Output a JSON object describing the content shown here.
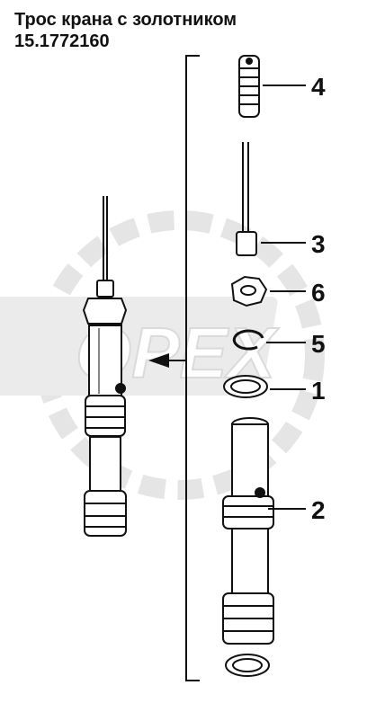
{
  "title": {
    "line1": "Трос крана с золотником",
    "line2": "15.1772160"
  },
  "watermark": {
    "text": "OPEX"
  },
  "callouts": [
    {
      "label": "4"
    },
    {
      "label": "3"
    },
    {
      "label": "6"
    },
    {
      "label": "5"
    },
    {
      "label": "1"
    },
    {
      "label": "2"
    }
  ],
  "colors": {
    "line": "#111111",
    "watermark": "#d9d9d9"
  }
}
